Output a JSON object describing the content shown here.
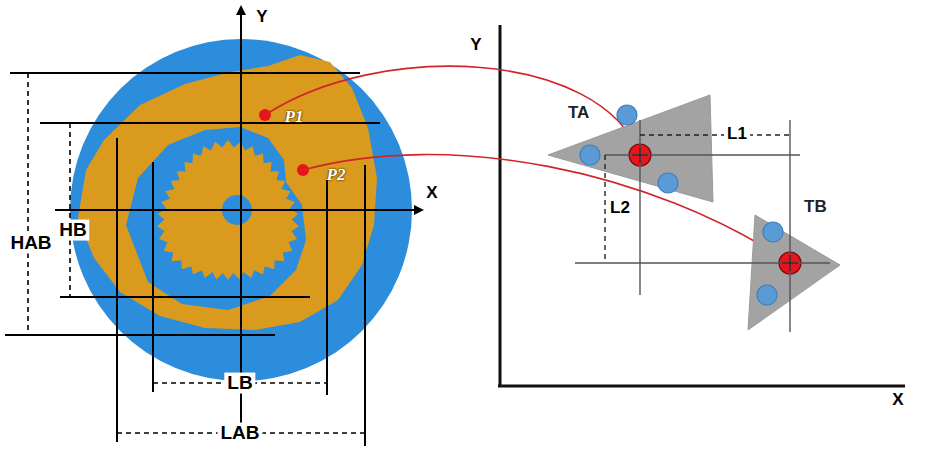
{
  "diagram": {
    "nodes": [
      {
        "text": [
          "TA"
        ]
      },
      {
        "text": [
          "TB"
        ]
      }
    ],
    "labels": [
      "Y",
      "X",
      "HAB",
      "HB",
      "P1",
      "P2",
      "LB",
      "LAB",
      "Y",
      "X",
      "L1",
      "L2"
    ]
  }
}
